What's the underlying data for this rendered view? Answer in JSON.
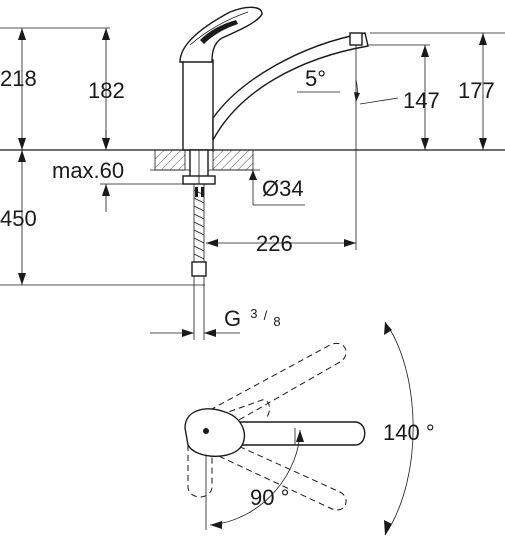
{
  "drawing": {
    "labels": {
      "total_height": "218",
      "spout_height": "182",
      "below_counter": "450",
      "counter_thickness": "max.60",
      "hole_diameter": "Ø34",
      "spout_reach": "226",
      "spout_angle": "5°",
      "outlet_height_a": "147",
      "outlet_height_b": "177",
      "thread_prefix": "G",
      "thread_num": "3",
      "thread_slash": "/",
      "thread_den": "8",
      "swivel_angle": "140 °",
      "lever_angle": "90 °"
    }
  }
}
